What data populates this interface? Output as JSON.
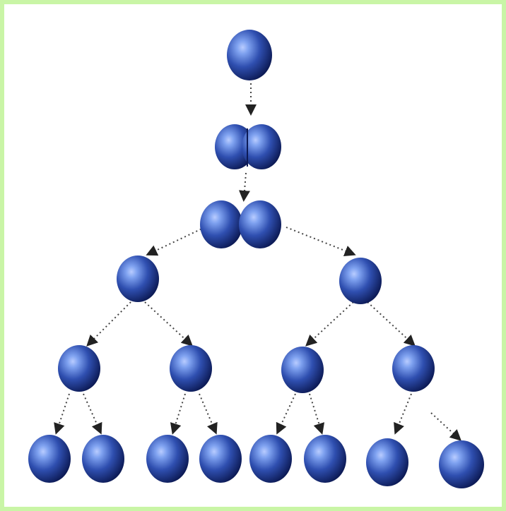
{
  "diagram": {
    "colors": {
      "border": "#c9f5a6",
      "cell_light": "#7fa2f0",
      "cell_mid": "#2f4fb0",
      "cell_dark": "#0c1a55",
      "arrow": "#222222"
    },
    "stages": [
      {
        "stage": 1,
        "cells": 1
      },
      {
        "stage": 2,
        "cells": 1,
        "state": "dividing"
      },
      {
        "stage": 3,
        "cells": 2
      },
      {
        "stage": 4,
        "cells": 2
      },
      {
        "stage": 5,
        "cells": 4
      },
      {
        "stage": 6,
        "cells": 8
      }
    ]
  }
}
